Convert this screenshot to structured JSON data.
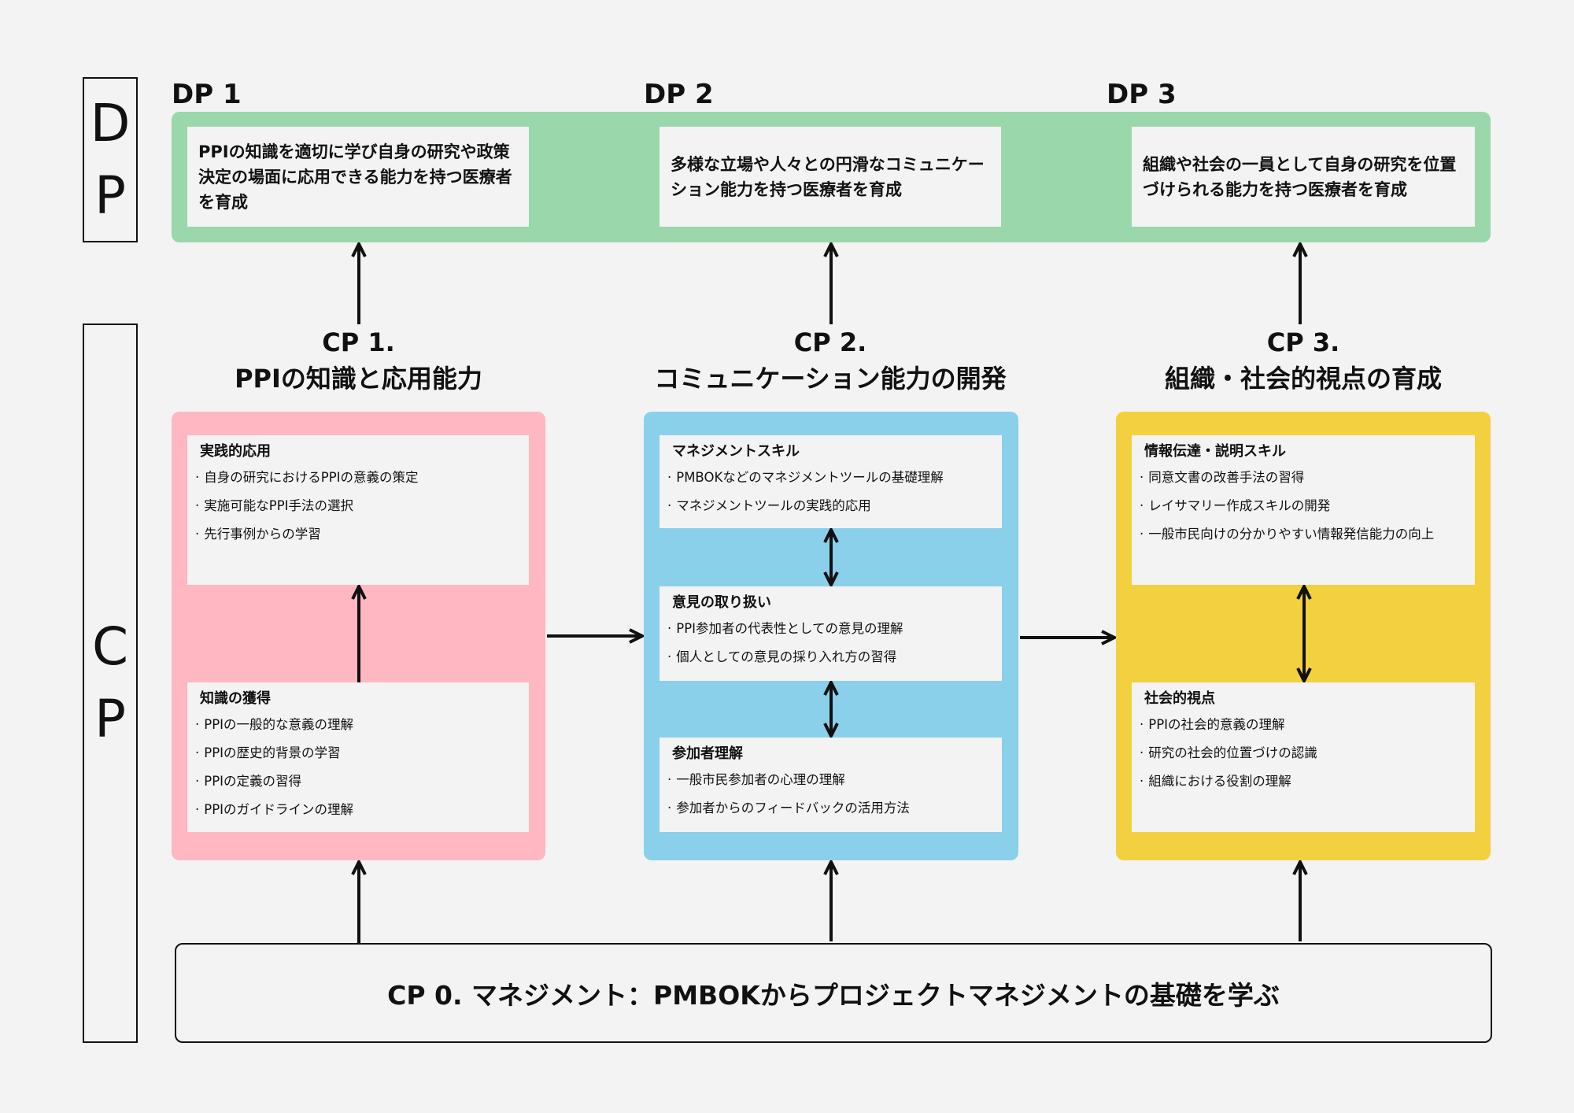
{
  "sidebar": {
    "dp_letters": [
      "D",
      "P"
    ],
    "cp_letters": [
      "C",
      "P"
    ]
  },
  "dp": {
    "items": [
      {
        "heading": "DP 1",
        "text": "PPIの知識を適切に学び自身の研究や政策決定の場面に応用できる能力を持つ医療者を育成"
      },
      {
        "heading": "DP 2",
        "text": "多様な立場や人々との円滑なコミュニケーション能力を持つ医療者を育成"
      },
      {
        "heading": "DP 3",
        "text": "組織や社会の一員として自身の研究を位置づけられる能力を持つ医療者を育成"
      }
    ]
  },
  "cp": {
    "columns": [
      {
        "number": "CP 1.",
        "title": "PPIの知識と応用能力",
        "cards": [
          {
            "title": "実践的応用",
            "items": [
              "自身の研究におけるPPIの意義の策定",
              "実施可能なPPI手法の選択",
              "先行事例からの学習"
            ]
          },
          {
            "title": "知識の獲得",
            "items": [
              "PPIの一般的な意義の理解",
              "PPIの歴史的背景の学習",
              "PPIの定義の習得",
              "PPIのガイドラインの理解"
            ]
          }
        ]
      },
      {
        "number": "CP 2.",
        "title": "コミュニケーション能力の開発",
        "cards": [
          {
            "title": "マネジメントスキル",
            "items": [
              "PMBOKなどのマネジメントツールの基礎理解",
              "マネジメントツールの実践的応用"
            ]
          },
          {
            "title": "意見の取り扱い",
            "items": [
              "PPI参加者の代表性としての意見の理解",
              "個人としての意見の採り入れ方の習得"
            ]
          },
          {
            "title": "参加者理解",
            "items": [
              "一般市民参加者の心理の理解",
              "参加者からのフィードバックの活用方法"
            ]
          }
        ]
      },
      {
        "number": "CP 3.",
        "title": "組織・社会的視点の育成",
        "cards": [
          {
            "title": "情報伝達・説明スキル",
            "items": [
              "同意文書の改善手法の習得",
              "レイサマリー作成スキルの開発",
              "一般市民向けの分かりやすい情報発信能力の向上"
            ]
          },
          {
            "title": "社会的視点",
            "items": [
              "PPIの社会的意義の理解",
              "研究の社会的位置づけの認識",
              "組織における役割の理解"
            ]
          }
        ]
      }
    ]
  },
  "cp0": {
    "text": "CP 0. マネジメント：PMBOKからプロジェクトマネジメントの基礎を学ぶ"
  },
  "colors": {
    "dp_band": "#9ad8ab",
    "cp1": "#ffb7c1",
    "cp2": "#8ad0eb",
    "cp3": "#f3d03f"
  }
}
